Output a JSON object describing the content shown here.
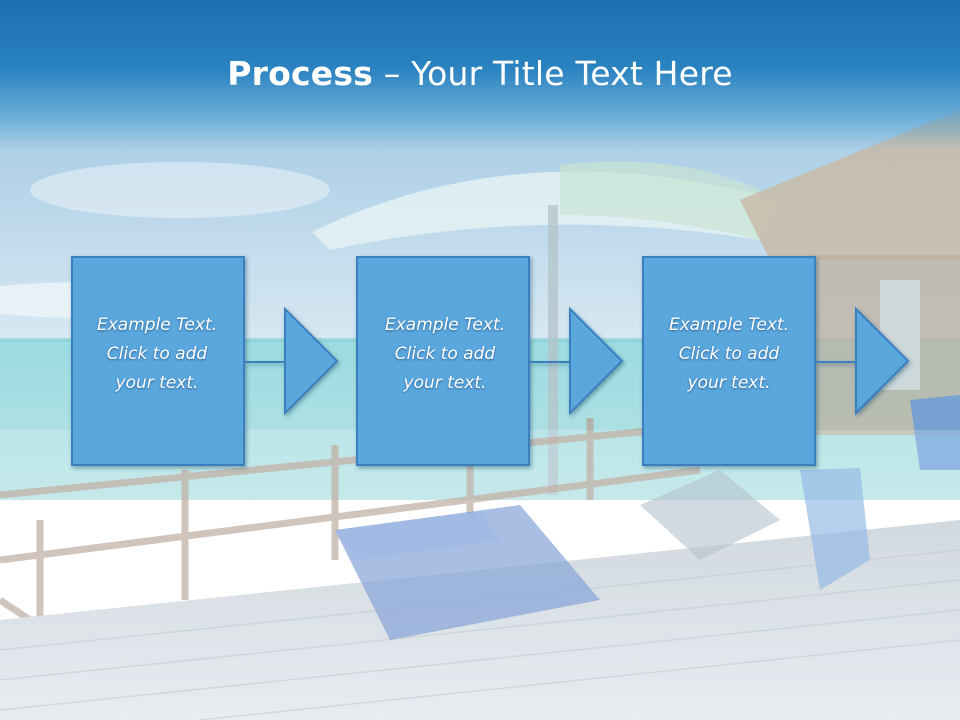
{
  "slide": {
    "title_bold": "Process",
    "title_rest": " – Your Title Text Here"
  },
  "steps": [
    {
      "line1": "Example Text.",
      "line2": "Click  to add",
      "line3": "your text."
    },
    {
      "line1": "Example Text.",
      "line2": "Click  to add",
      "line3": "your text."
    },
    {
      "line1": "Example Text.",
      "line2": "Click  to add",
      "line3": "your text."
    }
  ],
  "colors": {
    "header_blue": "#1d6fb0",
    "box_fill": "#5aa7de",
    "box_border": "#3b7fbf",
    "text": "#ffffff"
  }
}
